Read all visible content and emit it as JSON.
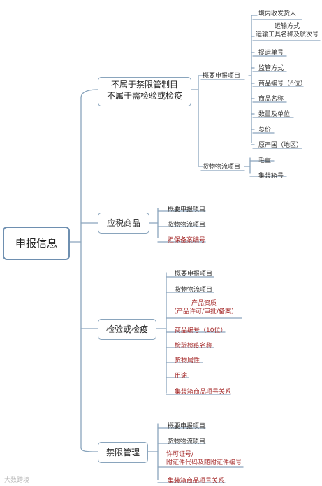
{
  "root": {
    "label": "申报信息"
  },
  "branch_a": {
    "title_line1": "不属于禁限管制目",
    "title_line2": "不属于需检验或检疫",
    "sub_summary": "概要申报项目",
    "sub_logistics": "货物物流项目",
    "summary_items": [
      "境内收发货人",
      "运输方式\n运输工具名称及航次号",
      "提运单号",
      "监管方式",
      "商品编号（6位）",
      "商品名称",
      "数量及单位",
      "总价",
      "原产国（地区）"
    ],
    "logistics_items": [
      "毛重",
      "集装箱号"
    ]
  },
  "branch_b": {
    "title": "应税商品",
    "items": [
      "概要申报项目",
      "货物物流项目",
      "担保备案编号"
    ]
  },
  "branch_c": {
    "title": "检验或检疫",
    "items": [
      "概要申报项目",
      "货物物流项目",
      "产品资质\n（产品许可/审批/备案）",
      "商品编号（10位）",
      "检验检疫名称",
      "货物属性",
      "用途",
      "集装箱商品项号关系"
    ]
  },
  "branch_d": {
    "title": "禁限管理",
    "items": [
      "概要申报项目",
      "货物物流项目",
      "许可证号/\n附证件代码及随附证件编号",
      "集装箱商品项号关系"
    ]
  },
  "watermark": "大数跨境",
  "colors": {
    "line": "#8aa5bd",
    "red_text": "#a52a2a",
    "root_border": "#6e8fb0"
  }
}
